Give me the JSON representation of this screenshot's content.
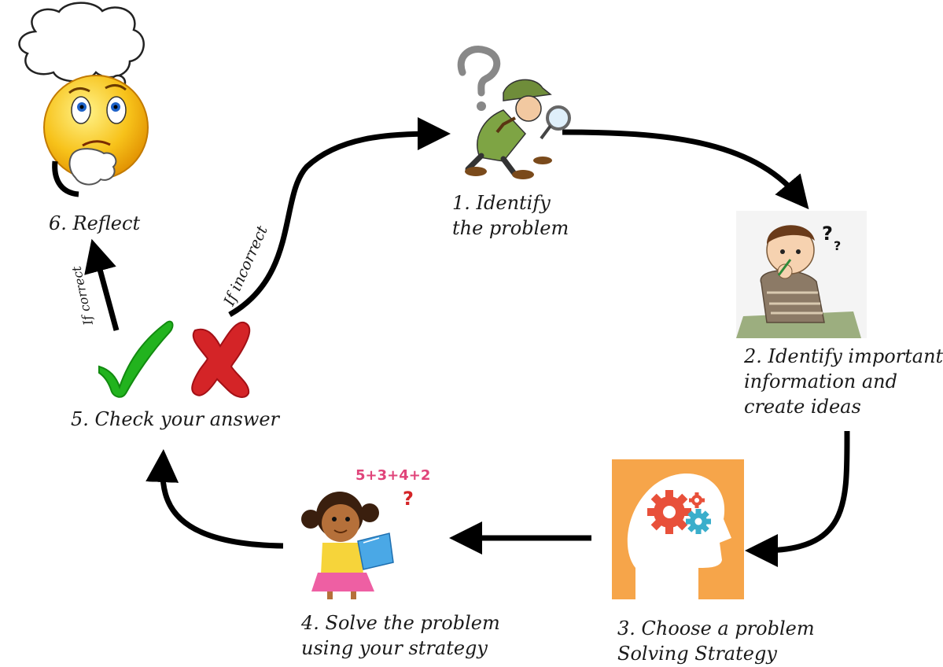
{
  "steps": {
    "reflect": "6. Reflect",
    "identify_line1": "1. Identify",
    "identify_line2": "the problem",
    "info_line1": "2. Identify important",
    "info_line2": "information and",
    "info_line3": "create ideas",
    "strategy_line1": "3. Choose a problem",
    "strategy_line2": "Solving Strategy",
    "solve_line1": "4. Solve the problem",
    "solve_line2": "using your strategy",
    "check": "5. Check your answer"
  },
  "arrow_labels": {
    "if_correct": "If correct",
    "if_incorrect": "If incorrect"
  },
  "math_text": {
    "expression": "5+3+4+2",
    "question": "?"
  },
  "colors": {
    "arrow": "#000000",
    "check_mark": "#22b31e",
    "cross_mark": "#d42427",
    "head_bg": "#f6a54a",
    "gear_red": "#e8503a",
    "gear_teal": "#3aaecb",
    "emoji_face": "#f7c21a"
  }
}
